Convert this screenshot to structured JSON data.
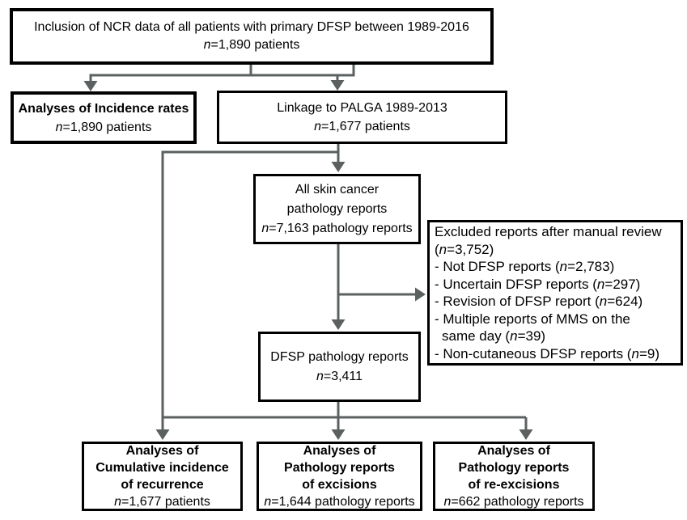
{
  "colors": {
    "connector_line": "#5b6161",
    "box_border": "#000000",
    "background": "#ffffff"
  },
  "boxes": {
    "inclusion": {
      "lines": [
        {
          "t": "Inclusion of NCR data of all patients with primary DFSP between 1989-2016"
        },
        {
          "t": "n=1,890 patients"
        }
      ]
    },
    "incidence": {
      "lines": [
        {
          "t": "Analyses of Incidence rates",
          "b": true
        },
        {
          "t": "n=1,890 patients"
        }
      ]
    },
    "linkage": {
      "lines": [
        {
          "t": "Linkage to PALGA 1989-2013"
        },
        {
          "t": "n=1,677 patients"
        }
      ]
    },
    "skin_cancer": {
      "lines": [
        {
          "t": "All skin cancer"
        },
        {
          "t": "pathology reports"
        },
        {
          "t": "n=7,163 pathology reports"
        }
      ]
    },
    "excluded": {
      "lines": [
        {
          "t": "Excluded reports after manual review"
        },
        {
          "t": "(n=3,752)"
        },
        {
          "t": "- Not DFSP reports (n=2,783)"
        },
        {
          "t": "- Uncertain DFSP reports (n=297)"
        },
        {
          "t": "- Revision of DFSP report (n=624)"
        },
        {
          "t": "- Multiple reports of MMS on the"
        },
        {
          "t": "same day (n=39)",
          "indent": true
        },
        {
          "t": "- Non-cutaneous DFSP reports (n=9)"
        }
      ]
    },
    "dfsp_reports": {
      "lines": [
        {
          "t": "DFSP pathology reports"
        },
        {
          "t": "n=3,411"
        }
      ]
    },
    "recurrence": {
      "lines": [
        {
          "t": "Analyses of",
          "b": true
        },
        {
          "t": "Cumulative incidence",
          "b": true
        },
        {
          "t": "of recurrence",
          "b": true
        },
        {
          "t": "n=1,677 patients"
        }
      ]
    },
    "excisions": {
      "lines": [
        {
          "t": "Analyses of",
          "b": true
        },
        {
          "t": "Pathology reports",
          "b": true
        },
        {
          "t": "of excisions",
          "b": true
        },
        {
          "t": "n=1,644 pathology reports"
        }
      ]
    },
    "reexcisions": {
      "lines": [
        {
          "t": "Analyses of",
          "b": true
        },
        {
          "t": "Pathology reports",
          "b": true
        },
        {
          "t": "of re-excisions",
          "b": true
        },
        {
          "t": "n=662 pathology reports"
        }
      ]
    }
  }
}
